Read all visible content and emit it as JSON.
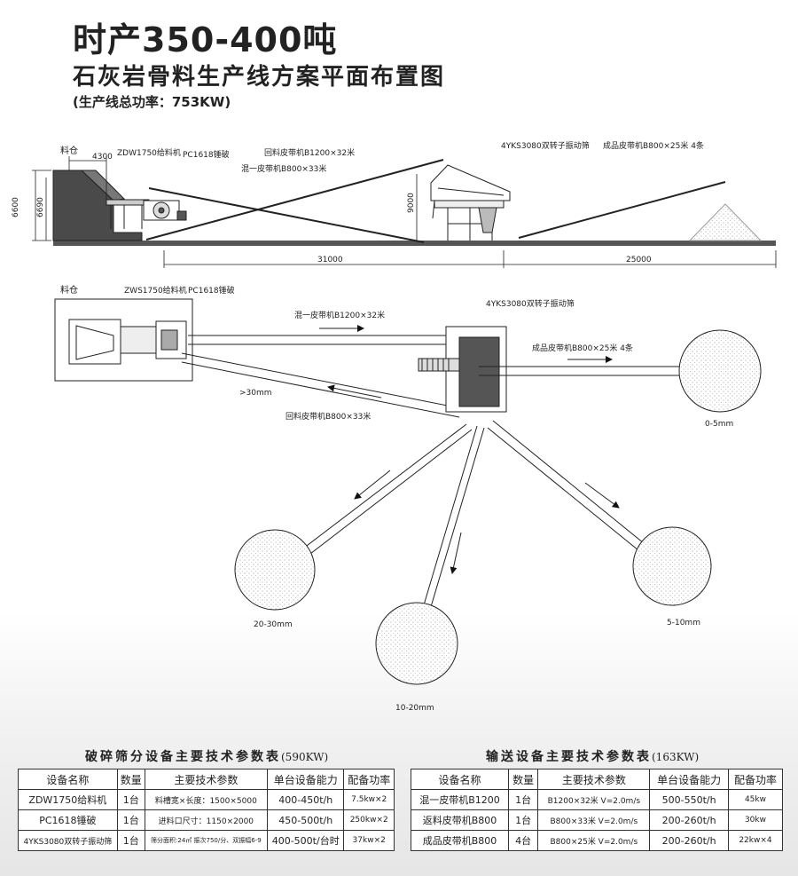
{
  "header": {
    "title": "时产350-400吨",
    "subtitle": "石灰岩骨料生产线方案平面布置图",
    "power_note": "(生产线总功率：753KW)"
  },
  "elevation": {
    "dims": {
      "d4300": "4300",
      "d6600": "6600",
      "d6690": "6690",
      "d9000": "9000",
      "d31000": "31000",
      "d25000": "25000"
    },
    "labels": {
      "hopper": "料仓",
      "feeder": "ZDW1750给料机",
      "crusher": "PC1618锤破",
      "return_belt": "回料皮带机B1200×32米",
      "mix_belt": "混一皮带机B800×33米",
      "screen": "4YKS3080双转子振动筛",
      "product_belt": "成品皮带机B800×25米 4条"
    }
  },
  "plan": {
    "labels": {
      "hopper": "料仓",
      "feeder": "ZWS1750给料机",
      "crusher": "PC1618锤破",
      "mix_belt": "混一皮带机B1200×32米",
      "screen": "4YKS3080双转子振动筛",
      "product_belt": "成品皮带机B800×25米 4条",
      "oversize": ">30mm",
      "return_belt": "回料皮带机B800×33米"
    },
    "piles": [
      "0-5mm",
      "20-30mm",
      "10-20mm",
      "5-10mm"
    ]
  },
  "table1": {
    "title": "破碎筛分设备主要技术参数表",
    "power": "(590KW)",
    "headers": [
      "设备名称",
      "数量",
      "主要技术参数",
      "单台设备能力",
      "配备功率"
    ],
    "rows": [
      [
        "ZDW1750给料机",
        "1台",
        "料槽宽×长度：1500×5000",
        "400-450t/h",
        "7.5kw×2"
      ],
      [
        "PC1618锤破",
        "1台",
        "进料口尺寸：1150×2000",
        "450-500t/h",
        "250kw×2"
      ],
      [
        "4YKS3080双转子振动筛",
        "1台",
        "筛分面积:24㎡ 振次750/分、双振幅6-9",
        "400-500t/台时",
        "37kw×2"
      ]
    ]
  },
  "table2": {
    "title": "输送设备主要技术参数表",
    "power": "(163KW)",
    "headers": [
      "设备名称",
      "数量",
      "主要技术参数",
      "单台设备能力",
      "配备功率"
    ],
    "rows": [
      [
        "混一皮带机B1200",
        "1台",
        "B1200×32米  V=2.0m/s",
        "500-550t/h",
        "45kw"
      ],
      [
        "返料皮带机B800",
        "1台",
        "B800×33米  V=2.0m/s",
        "200-260t/h",
        "30kw"
      ],
      [
        "成品皮带机B800",
        "4台",
        "B800×25米  V=2.0m/s",
        "200-260t/h",
        "22kw×4"
      ]
    ]
  }
}
